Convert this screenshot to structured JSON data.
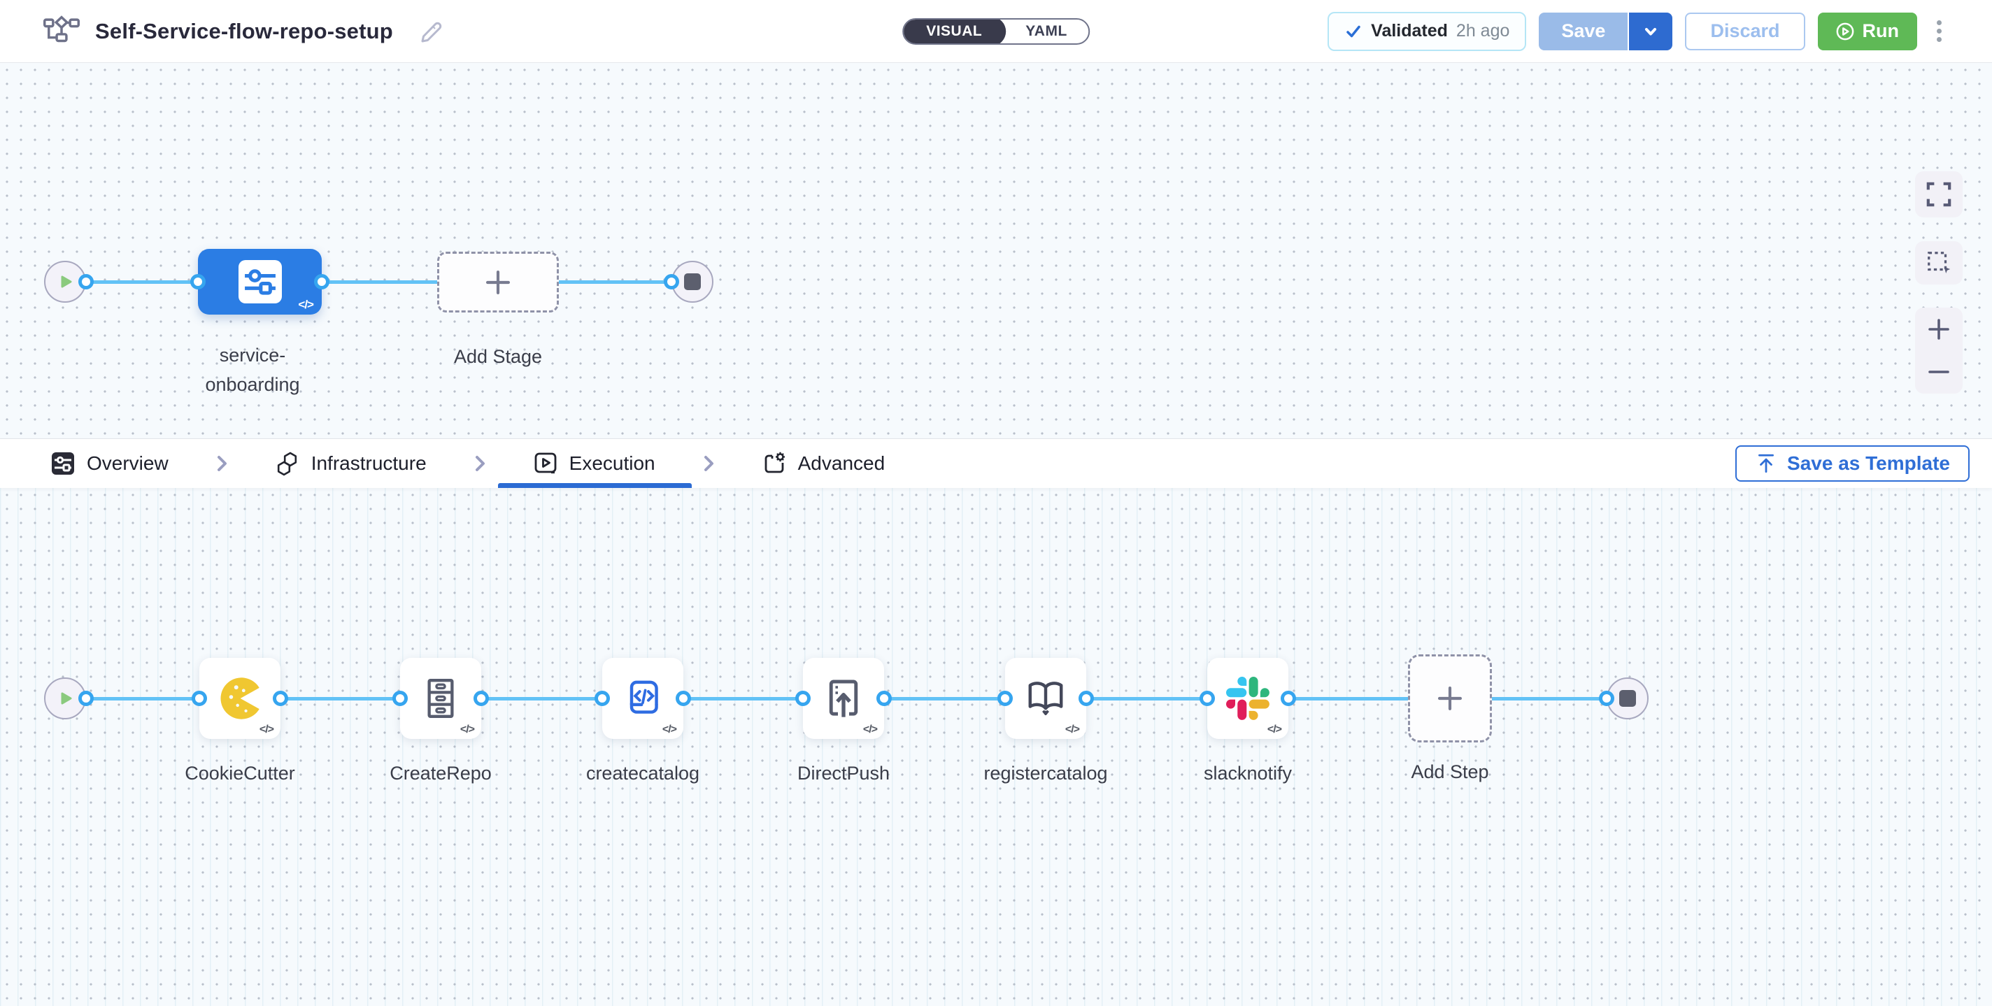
{
  "header": {
    "title": "Self-Service-flow-repo-setup",
    "mode_toggle": {
      "visual": "VISUAL",
      "yaml": "YAML",
      "selected": "VISUAL"
    },
    "validated": {
      "label": "Validated",
      "time": "2h ago"
    },
    "save_label": "Save",
    "discard_label": "Discard",
    "run_label": "Run"
  },
  "stage_canvas": {
    "stage": {
      "label": "service-onboarding",
      "code_badge": "</>"
    },
    "add_stage_label": "Add Stage"
  },
  "tabs": [
    {
      "label": "Overview",
      "icon": "pipeline-icon",
      "active": false
    },
    {
      "label": "Infrastructure",
      "icon": "hexagons-icon",
      "active": false
    },
    {
      "label": "Execution",
      "icon": "play-square-icon",
      "active": true
    },
    {
      "label": "Advanced",
      "icon": "file-gear-icon",
      "active": false
    }
  ],
  "save_as_template_label": "Save as Template",
  "execution_canvas": {
    "steps": [
      {
        "name": "CookieCutter",
        "icon": "cookiecutter-icon",
        "code_badge": "</>"
      },
      {
        "name": "CreateRepo",
        "icon": "drawers-icon",
        "code_badge": "</>"
      },
      {
        "name": "createcatalog",
        "icon": "code-scroll-icon",
        "code_badge": "</>"
      },
      {
        "name": "DirectPush",
        "icon": "monitor-push-icon",
        "code_badge": "</>"
      },
      {
        "name": "registercatalog",
        "icon": "open-book-icon",
        "code_badge": "</>"
      },
      {
        "name": "slacknotify",
        "icon": "slack-icon",
        "code_badge": "</>"
      }
    ],
    "add_step_label": "Add Step"
  },
  "colors": {
    "accent_blue": "#2b7de4",
    "connector_blue": "#62c2f6",
    "port_ring_blue": "#36a5ef",
    "run_green": "#5fb956",
    "save_disabled_blue": "#9abbe8",
    "save_caret_blue": "#2e6bd0",
    "tab_underline_blue": "#2b6bd3",
    "canvas_bg": "#f6fafd",
    "grid_dot": "#b9c0cb",
    "start_play_green": "#8bca7e",
    "end_square_gray": "#5c5f6e",
    "slack_blue": "#36C5F0",
    "slack_green": "#2EB67D",
    "slack_red": "#E01E5A",
    "slack_yellow": "#ECB22E",
    "cookiecutter_yellow": "#f0c731"
  }
}
